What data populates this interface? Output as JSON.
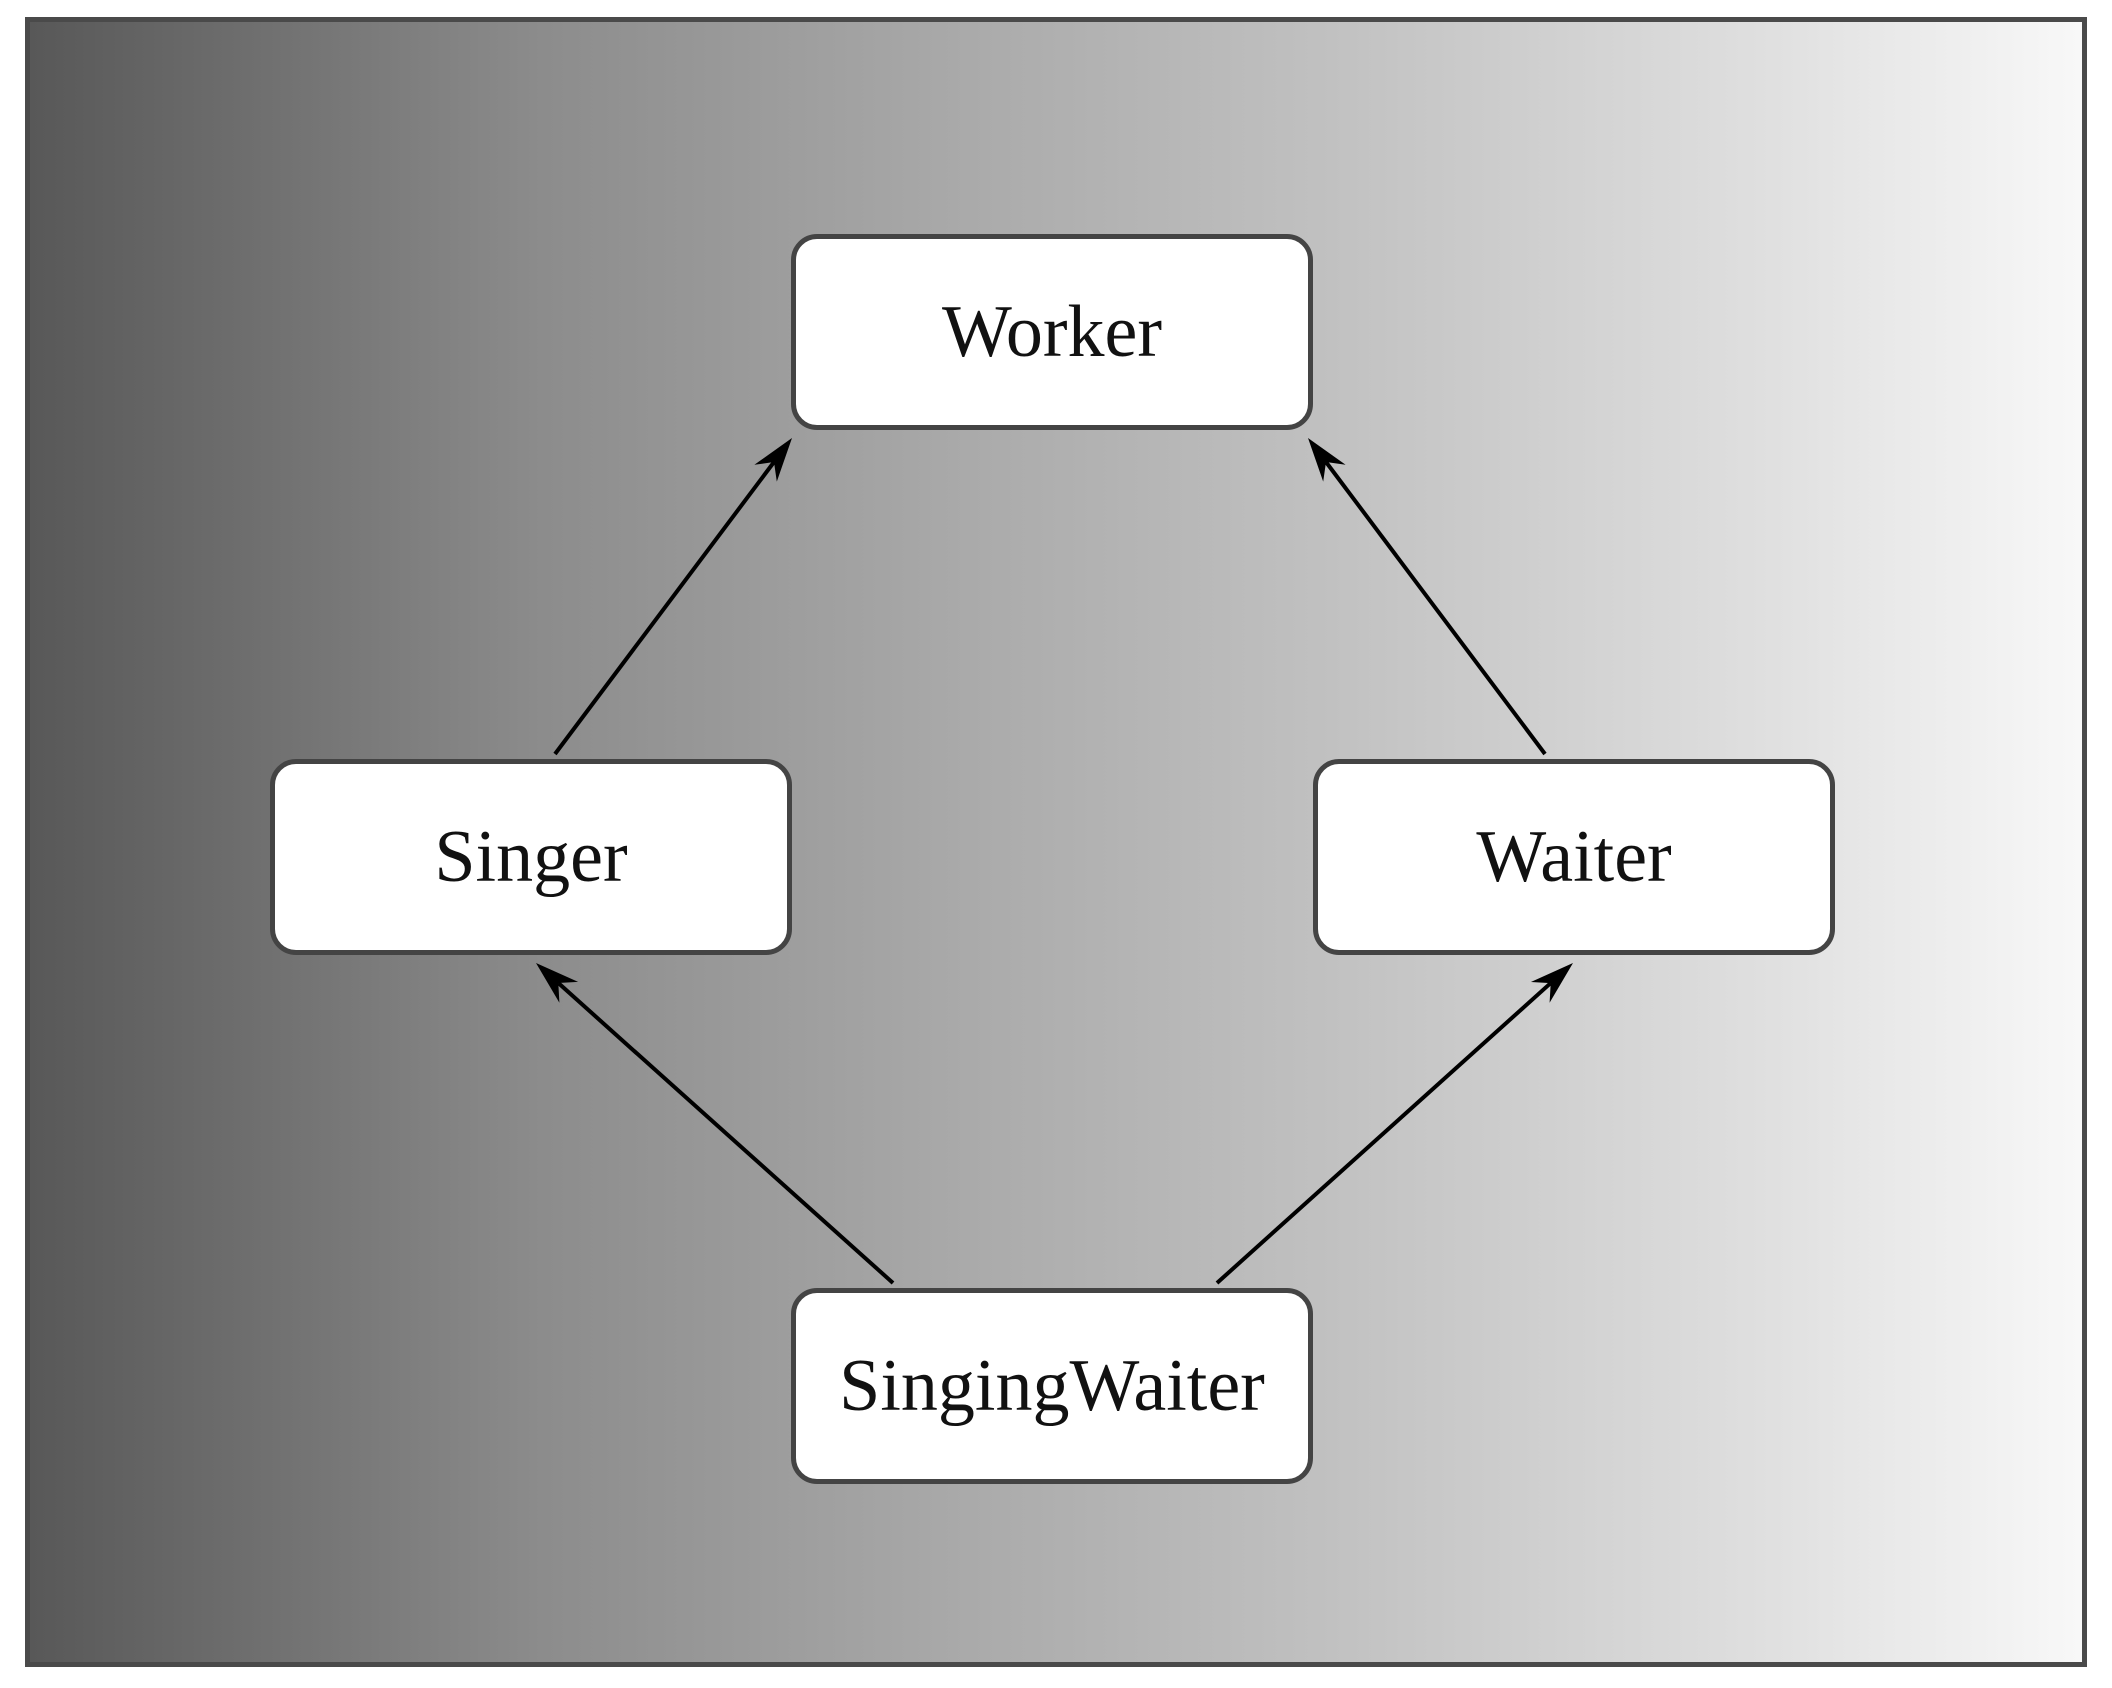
{
  "diagram": {
    "nodes": {
      "worker": {
        "label": "Worker"
      },
      "singer": {
        "label": "Singer"
      },
      "waiter": {
        "label": "Waiter"
      },
      "singing_waiter": {
        "label": "SingingWaiter"
      }
    },
    "edges": [
      {
        "from": "Singer",
        "to": "Worker"
      },
      {
        "from": "Waiter",
        "to": "Worker"
      },
      {
        "from": "SingingWaiter",
        "to": "Singer"
      },
      {
        "from": "SingingWaiter",
        "to": "Waiter"
      }
    ],
    "colors": {
      "node_fill": "#ffffff",
      "node_border": "#444444",
      "arrow": "#000000",
      "background_dark": "#585858",
      "background_light": "#f8f8f8"
    }
  }
}
